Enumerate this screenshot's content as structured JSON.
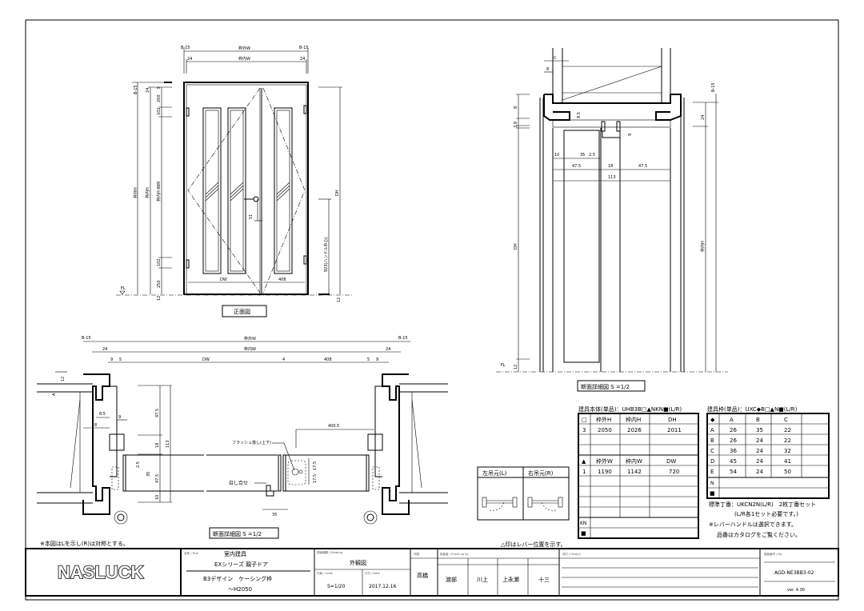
{
  "front_view": {
    "dims_top": [
      "B-15",
      "枠外W",
      "B-15",
      "24",
      "枠内W",
      "24"
    ],
    "dims_left": [
      "B-15",
      "24",
      "3",
      "200",
      "102",
      "枠外H",
      "枠内H",
      "枠内H-889",
      "102",
      "250",
      "12"
    ],
    "fl": "FL",
    "dw": "DW",
    "w408": "408",
    "h51": "51",
    "dh": "DH",
    "handle": "923(ハンドル中心)",
    "b12": "12",
    "caption": "正面図"
  },
  "side_section": {
    "dims": [
      "C",
      "8",
      "8",
      "3.9",
      "8.5",
      "9",
      "10",
      "35",
      "2.5",
      "47.5",
      "18",
      "47.5",
      "113",
      "24",
      "B-15",
      "DH",
      "枠内H",
      "12"
    ],
    "fl": "FL",
    "caption": "断面詳細図 S =1/2"
  },
  "plan_section": {
    "dims_top": [
      "B-15",
      "枠外W",
      "B-15",
      "24",
      "枠内W",
      "24",
      "9",
      "5",
      "DW",
      "4",
      "408",
      "5",
      "9"
    ],
    "dims_left": [
      "12",
      "A",
      "8.5",
      "8",
      "9",
      "47.5",
      "18",
      "113",
      "2.5",
      "35",
      "47.5",
      "10"
    ],
    "d4005": "400.5",
    "flush_bolt": "フラッシュ落し(上下)",
    "astragal": "召し合せ",
    "d175a": "17.5",
    "d175b": "17.5",
    "d35": "35",
    "caption": "断面詳細図 S =1/2"
  },
  "note_symmetric": "※本図はLを示し(R)は対称とする。",
  "hinge_box": {
    "left": "左吊元(L)",
    "right": "右吊元(R)",
    "note": "△印はレバー位置を示す。"
  },
  "body_table": {
    "title": "建具本体(単品)：UHB3B□▲NKN■(L/R)",
    "header1": [
      "□",
      "枠外H",
      "枠内H",
      "DH"
    ],
    "row1": [
      "3",
      "2050",
      "2026",
      "2011"
    ],
    "header2": [
      "▲",
      "枠外W",
      "枠内W",
      "DW"
    ],
    "row2": [
      "1",
      "1190",
      "1142",
      "720"
    ],
    "kn": "KN",
    "sq": "■"
  },
  "frame_table": {
    "title": "建具枠(単品)：UXC◆B□▲N■(L/R)",
    "header": [
      "◆",
      "A",
      "B",
      "C"
    ],
    "rows": [
      [
        "A",
        "26",
        "35",
        "22"
      ],
      [
        "B",
        "26",
        "24",
        "22"
      ],
      [
        "C",
        "36",
        "24",
        "32"
      ],
      [
        "D",
        "45",
        "24",
        "41"
      ],
      [
        "E",
        "54",
        "24",
        "50"
      ]
    ],
    "n": "N",
    "sq": "■"
  },
  "notes": {
    "hinge": "標準丁番：UKCN2N(L/R)　2枚丁番セット",
    "hinge2": "(L/R各1セット必要です。)",
    "lever": "※レバーハンドルは選択できます。",
    "catalog": "品番はカタログをご覧ください。"
  },
  "title_block": {
    "logo": "NASLUCK",
    "title_label": "名称 / Title",
    "title1": "室内建具",
    "title2": "EXシリーズ 親子ドア",
    "title3": "B3デザイン　ケーシング枠",
    "title4": "～H2050",
    "drawing_label": "図面種類 / Drawing",
    "drawing": "外観図",
    "scale_label": "尺度 / Scale",
    "scale": "S=1/20",
    "date_label": "日付 / Date",
    "date": "2017.12.16",
    "drawn_label": "作図",
    "drawn": "高橋",
    "check_label": "検査者 / Check up by",
    "checkers": [
      "渡部",
      "川上",
      "上永瀬",
      "十三"
    ],
    "history_label": "改訂 / History",
    "no_label": "図面番号 / No.",
    "number": "AGD-NE3BB3-02",
    "version": "ver. 4.30"
  }
}
